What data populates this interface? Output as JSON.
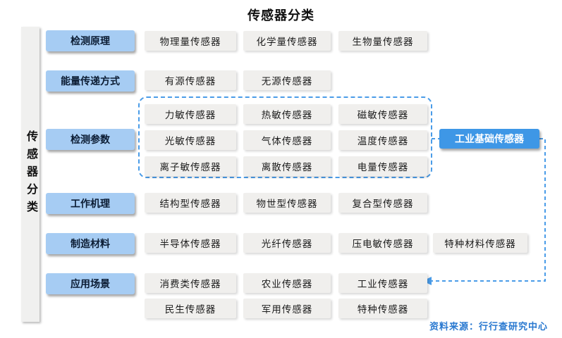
{
  "title": "传感器分类",
  "sidebar": {
    "label": "传感器分类"
  },
  "rows": [
    {
      "category": "检测原理",
      "item_rows": [
        [
          "物理量传感器",
          "化学量传感器",
          "生物量传感器"
        ]
      ]
    },
    {
      "category": "能量传递方式",
      "item_rows": [
        [
          "有源传感器",
          "无源传感器"
        ]
      ]
    },
    {
      "category": "检测参数",
      "grouped": true,
      "item_rows": [
        [
          "力敏传感器",
          "热敏传感器",
          "磁敏传感器"
        ],
        [
          "光敏传感器",
          "气体传感器",
          "温度传感器"
        ],
        [
          "离子敏传感器",
          "离散传感器",
          "电量传感器"
        ]
      ]
    },
    {
      "category": "工作机理",
      "item_rows": [
        [
          "结构型传感器",
          "物世型传感器",
          "复合型传感器"
        ]
      ]
    },
    {
      "category": "制造材料",
      "item_rows": [
        [
          "半导体传感器",
          "光纤传感器",
          "压电敏传感器",
          "特种材料传感器"
        ]
      ]
    },
    {
      "category": "应用场景",
      "item_rows": [
        [
          "消费类传感器",
          "农业传感器",
          "工业传感器"
        ],
        [
          "民生传感器",
          "军用传感器",
          "特种传感器"
        ]
      ]
    }
  ],
  "callout": {
    "label": "工业基础传感器",
    "points_to": "工业传感器"
  },
  "source": "资料来源：行行查研究中心",
  "colors": {
    "category_bg": "#a6ccf3",
    "item_bg": "#f0efed",
    "sidebar_bg": "#f0f0ef",
    "callout_bg": "#3e97e6",
    "connector": "#4a9ce8",
    "source_text": "#2878d0"
  }
}
